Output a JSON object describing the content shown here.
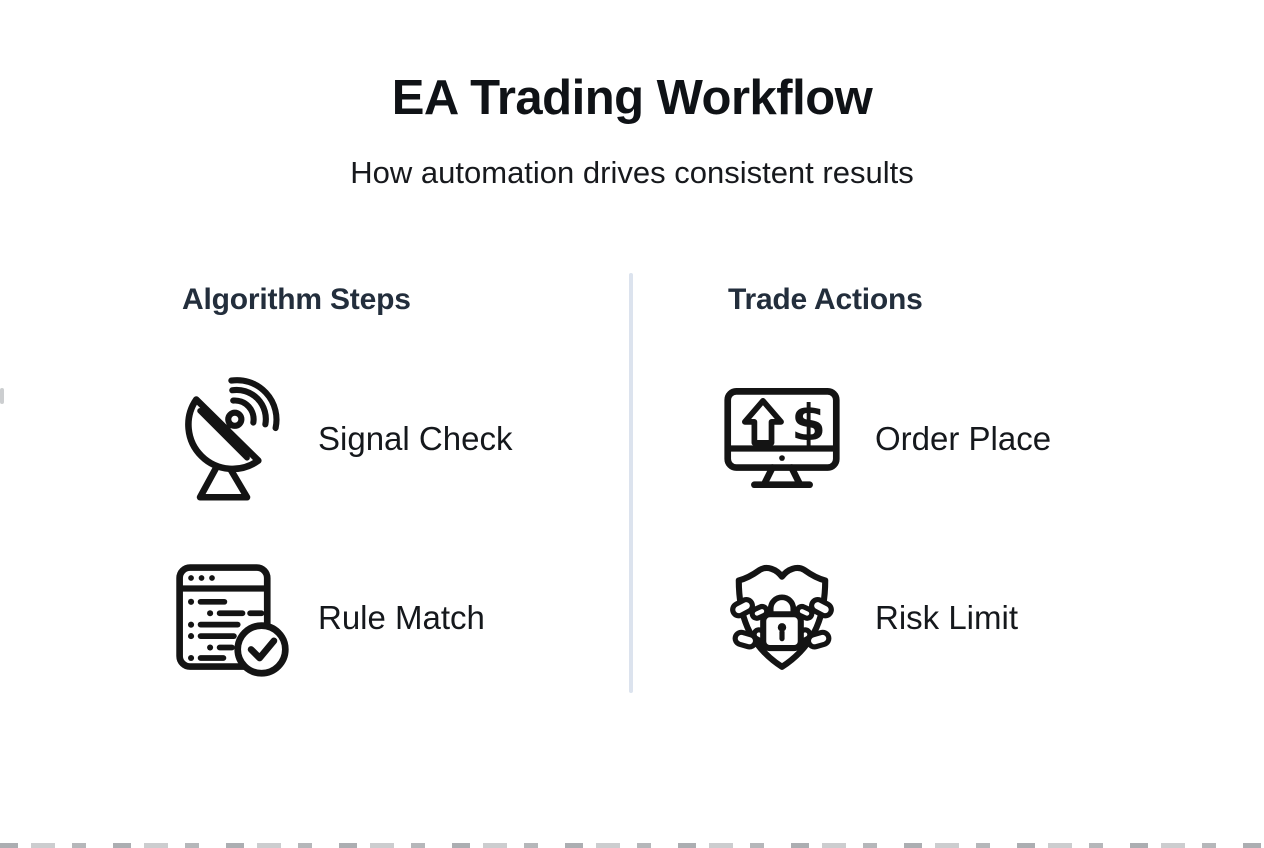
{
  "page": {
    "title": "EA Trading Workflow",
    "subtitle": "How automation drives consistent results"
  },
  "columns": [
    {
      "header": "Algorithm Steps",
      "items": [
        {
          "icon": "satellite-dish-icon",
          "label": "Signal Check"
        },
        {
          "icon": "checklist-window-icon",
          "label": "Rule Match"
        }
      ]
    },
    {
      "header": "Trade Actions",
      "items": [
        {
          "icon": "monitor-buy-order-icon",
          "label": "Order Place"
        },
        {
          "icon": "shield-lock-chain-icon",
          "label": "Risk Limit"
        }
      ]
    }
  ],
  "colors": {
    "background": "#ffffff",
    "title_text": "#0f1216",
    "subtitle_text": "#17191d",
    "header_text": "#232e3c",
    "label_text": "#15181c",
    "icon_stroke": "#141414",
    "divider": "#dce3ee"
  }
}
